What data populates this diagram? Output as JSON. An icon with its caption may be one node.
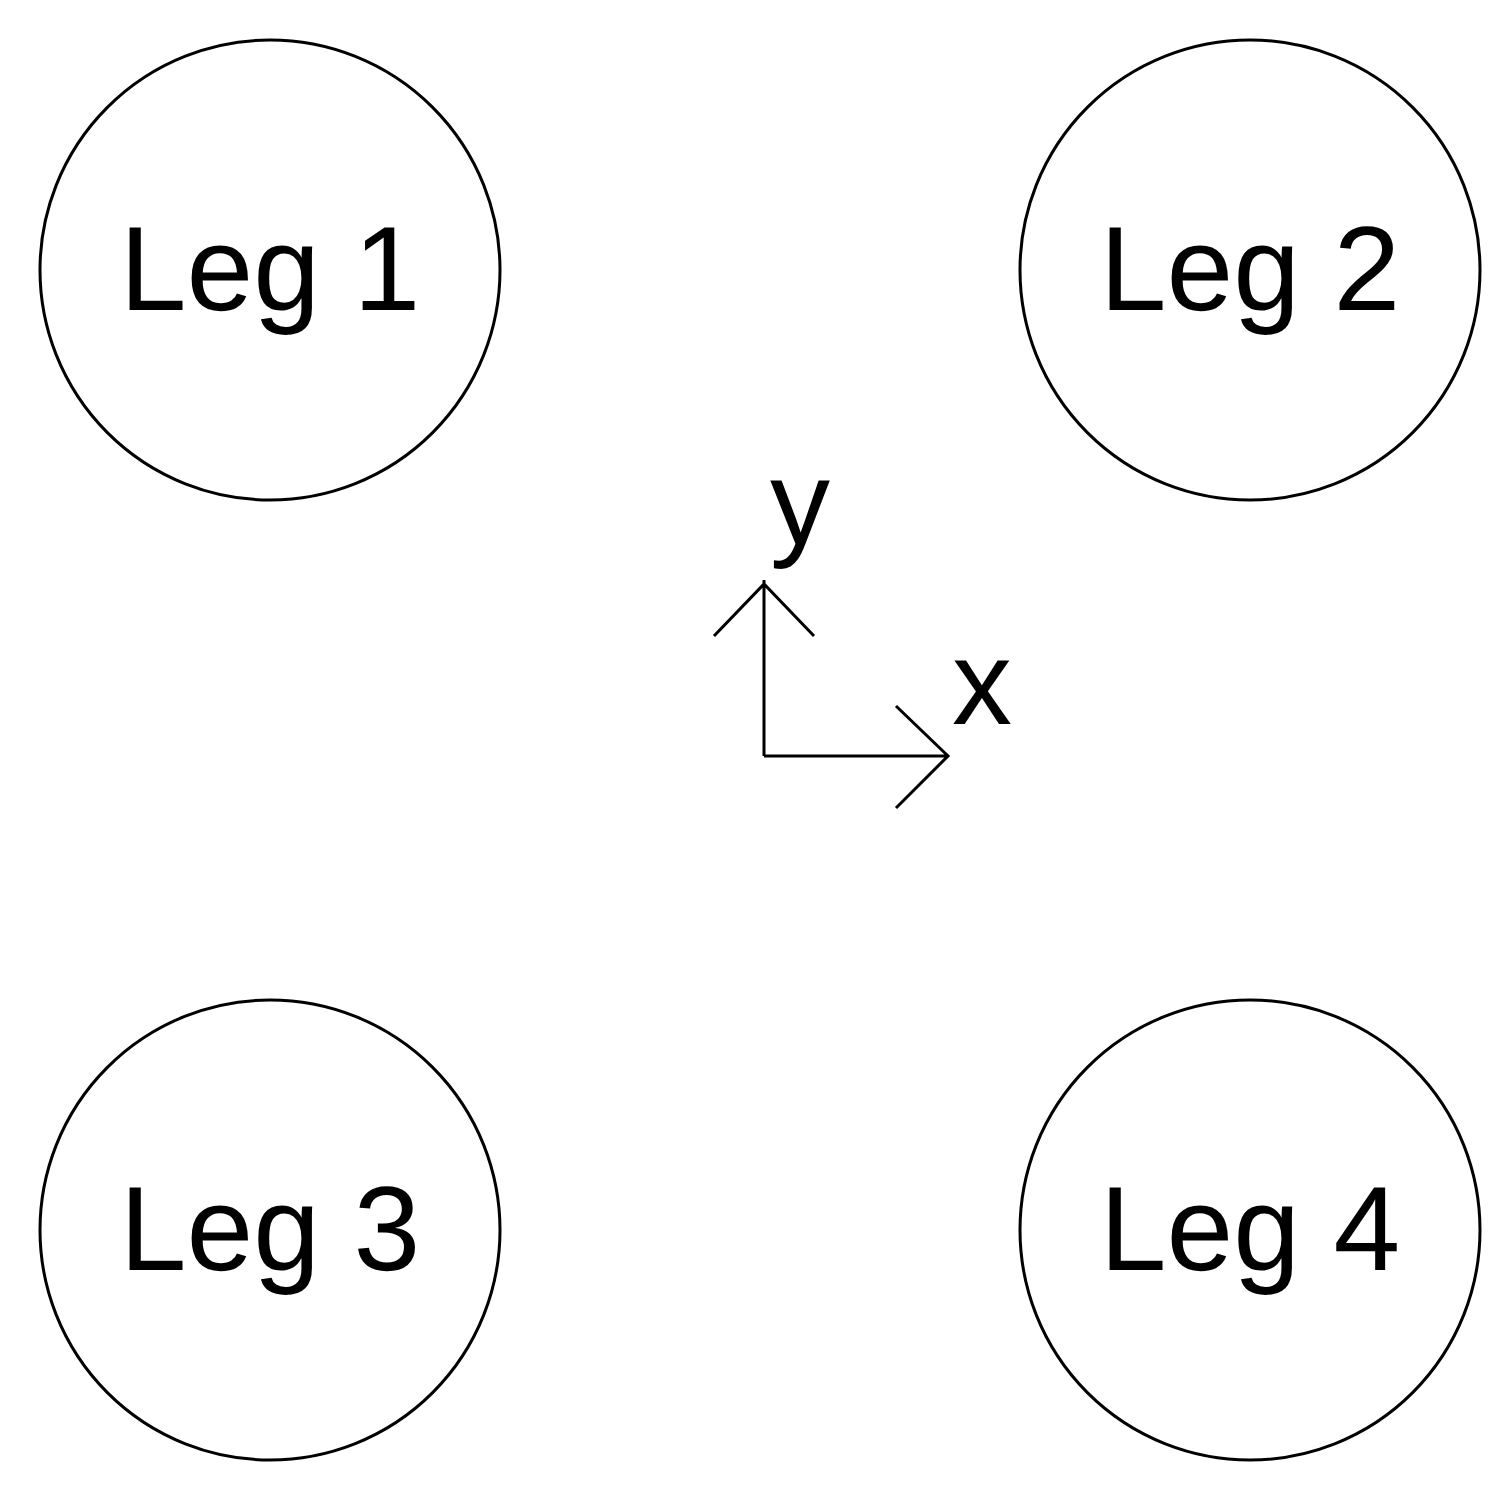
{
  "diagram": {
    "nodes": [
      {
        "text": [
          "Leg 1"
        ]
      },
      {
        "text": [
          "Leg 2"
        ]
      },
      {
        "text": [
          "Leg 3"
        ]
      },
      {
        "text": [
          "Leg 4"
        ]
      }
    ],
    "labels": [
      "y",
      "x"
    ]
  }
}
